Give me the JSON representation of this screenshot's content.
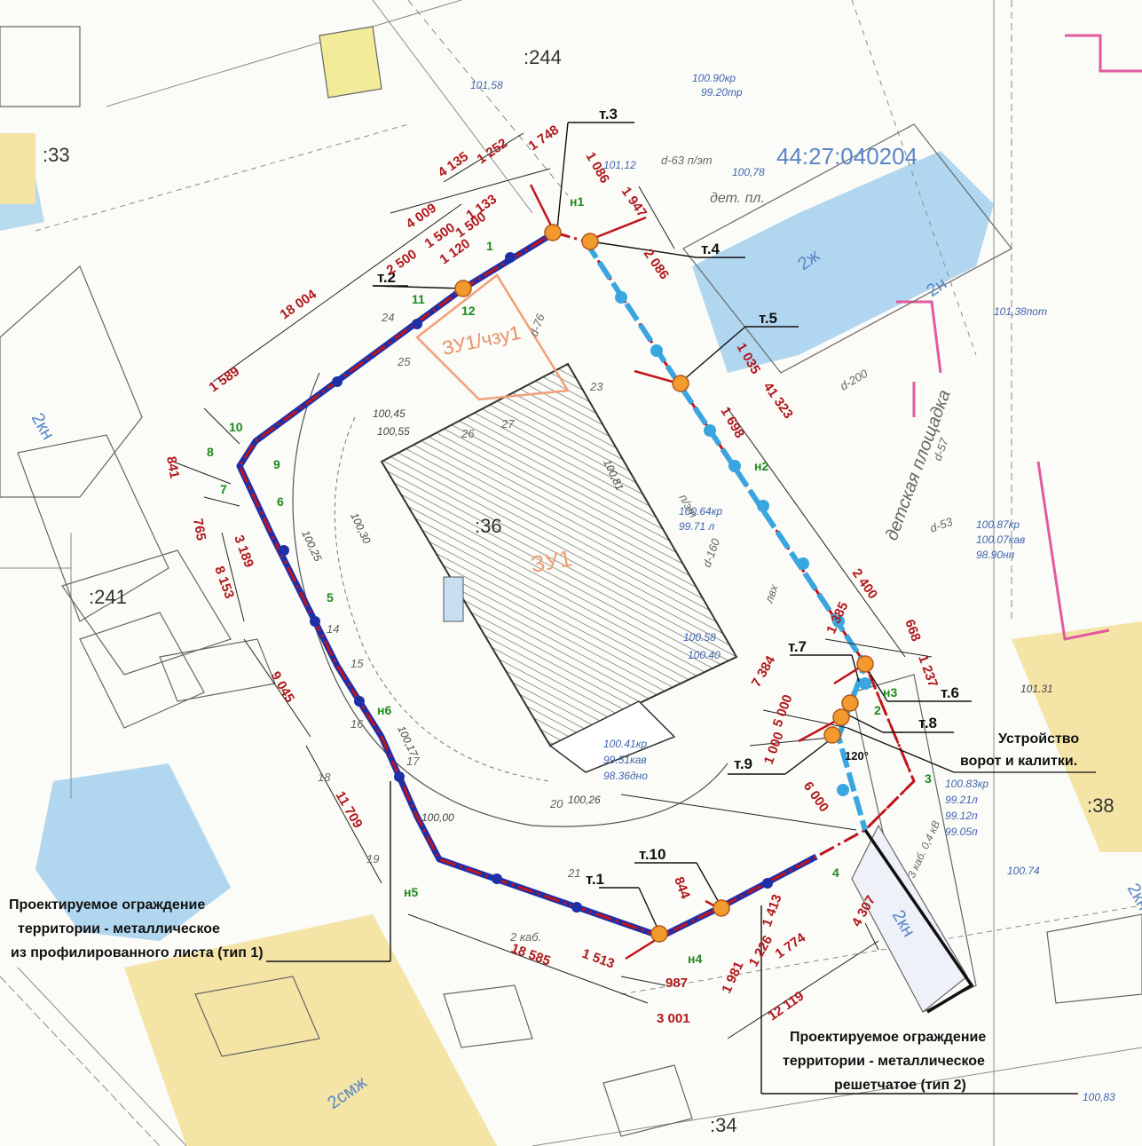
{
  "colors": {
    "fence_type1": "#1f2fa8",
    "fence_boundary": "#c0141a",
    "fence_type2": "#3aa6e0",
    "point_marker": "#f29a2e",
    "water": "#a9d3ee",
    "building_yellow": "#f4e4a6"
  },
  "cadastral": {
    "block": "44:27:040204",
    "parcels": [
      ":244",
      ":33",
      ":36",
      ":241",
      ":38",
      ":34"
    ],
    "zone": "ЗУ1",
    "zone_part": "ЗУ1/чзу1",
    "buildings": [
      "2кн",
      "2ж",
      "2н",
      "2смж",
      "2кн",
      "2кн"
    ],
    "pt_labels": [
      "дет. пл.",
      "детская площадка",
      "2 каб.",
      "3 каб. 0,4 кВ"
    ],
    "elev": [
      "101,58",
      "100.90кр",
      "99.20тр",
      "101,12",
      "100,78",
      "101,38пот",
      "100.87кр",
      "100.07кав",
      "98.90нп",
      "100.64кр",
      "99.71 л",
      "100.58",
      "100.40",
      "100.41кр",
      "99.51кав",
      "98.36дно",
      "100.83кр",
      "99.21л",
      "99.12п",
      "99.05п",
      "100.74",
      "100,83",
      "100,45",
      "100,55",
      "100,81",
      "100,25",
      "100,30",
      "100,17",
      "100,00",
      "100,26",
      "101.31"
    ],
    "util": [
      "d-63 п/эт",
      "d-76",
      "d-160",
      "d-200",
      "d-57",
      "d-53",
      "п/эт",
      "лвх"
    ],
    "nums": [
      "20",
      "21",
      "23",
      "24",
      "25",
      "26",
      "27",
      "14",
      "15",
      "16",
      "17",
      "18",
      "19"
    ]
  },
  "points": {
    "t1": "т.1",
    "t2": "т.2",
    "t3": "т.3",
    "t4": "т.4",
    "t5": "т.5",
    "t6": "т.6",
    "t7": "т.7",
    "t8": "т.8",
    "t9": "т.9",
    "t10": "т.10"
  },
  "vertices_green": [
    "н1",
    "н2",
    "н3",
    "н4",
    "н5",
    "н6",
    "1",
    "2",
    "3",
    "4",
    "5",
    "6",
    "7",
    "8",
    "9",
    "10",
    "11",
    "12"
  ],
  "dimensions": [
    "4 135",
    "1 252",
    "1 748",
    "1 086",
    "4 009",
    "1 500",
    "1 133",
    "1 500",
    "1 120",
    "2 500",
    "18 004",
    "1 589",
    "841",
    "765",
    "3 189",
    "8 153",
    "9 045",
    "11 709",
    "18 585",
    "1 513",
    "844",
    "1 413",
    "1 774",
    "1 226",
    "1 981",
    "987",
    "3 001",
    "12 119",
    "4 307",
    "6 000",
    "5 000",
    "1 000",
    "7 384",
    "1 385",
    "2 400",
    "668",
    "1 237",
    "41 323",
    "1 035",
    "2 086",
    "1 947",
    "1 698"
  ],
  "angle": "120°",
  "notes": {
    "gate": [
      "Устройство",
      "ворот и калитки."
    ],
    "fence1": [
      "Проектируемое ограждение",
      "территории - металлическое",
      "из профилированного листа (тип 1)"
    ],
    "fence2": [
      "Проектируемое ограждение",
      "территории - металлическое",
      "решетчатое (тип 2)"
    ]
  }
}
